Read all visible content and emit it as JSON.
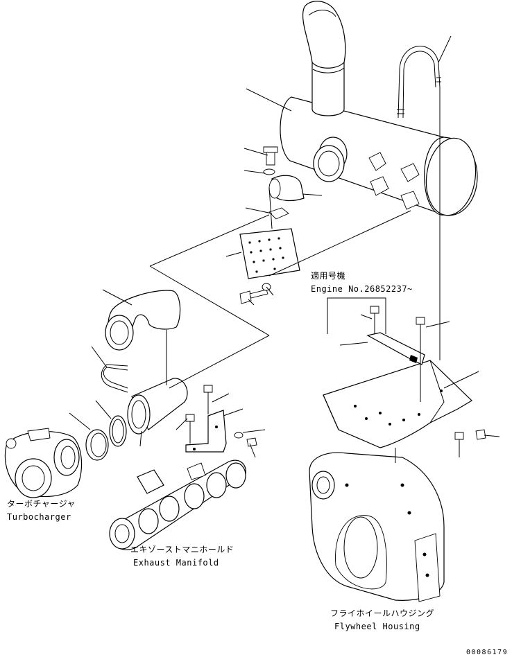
{
  "diagram": {
    "document_id": "00086179",
    "applicability": {
      "title": "適用号機",
      "serial": "Engine No.26852237~"
    },
    "labels": {
      "turbocharger_jp": "ターボチャージャ",
      "turbocharger_en": "Turbocharger",
      "manifold_jp": "エキゾーストマニホールド",
      "manifold_en": "Exhaust Manifold",
      "flywheel_jp": "フライホイールハウジング",
      "flywheel_en": "Flywheel Housing"
    }
  }
}
